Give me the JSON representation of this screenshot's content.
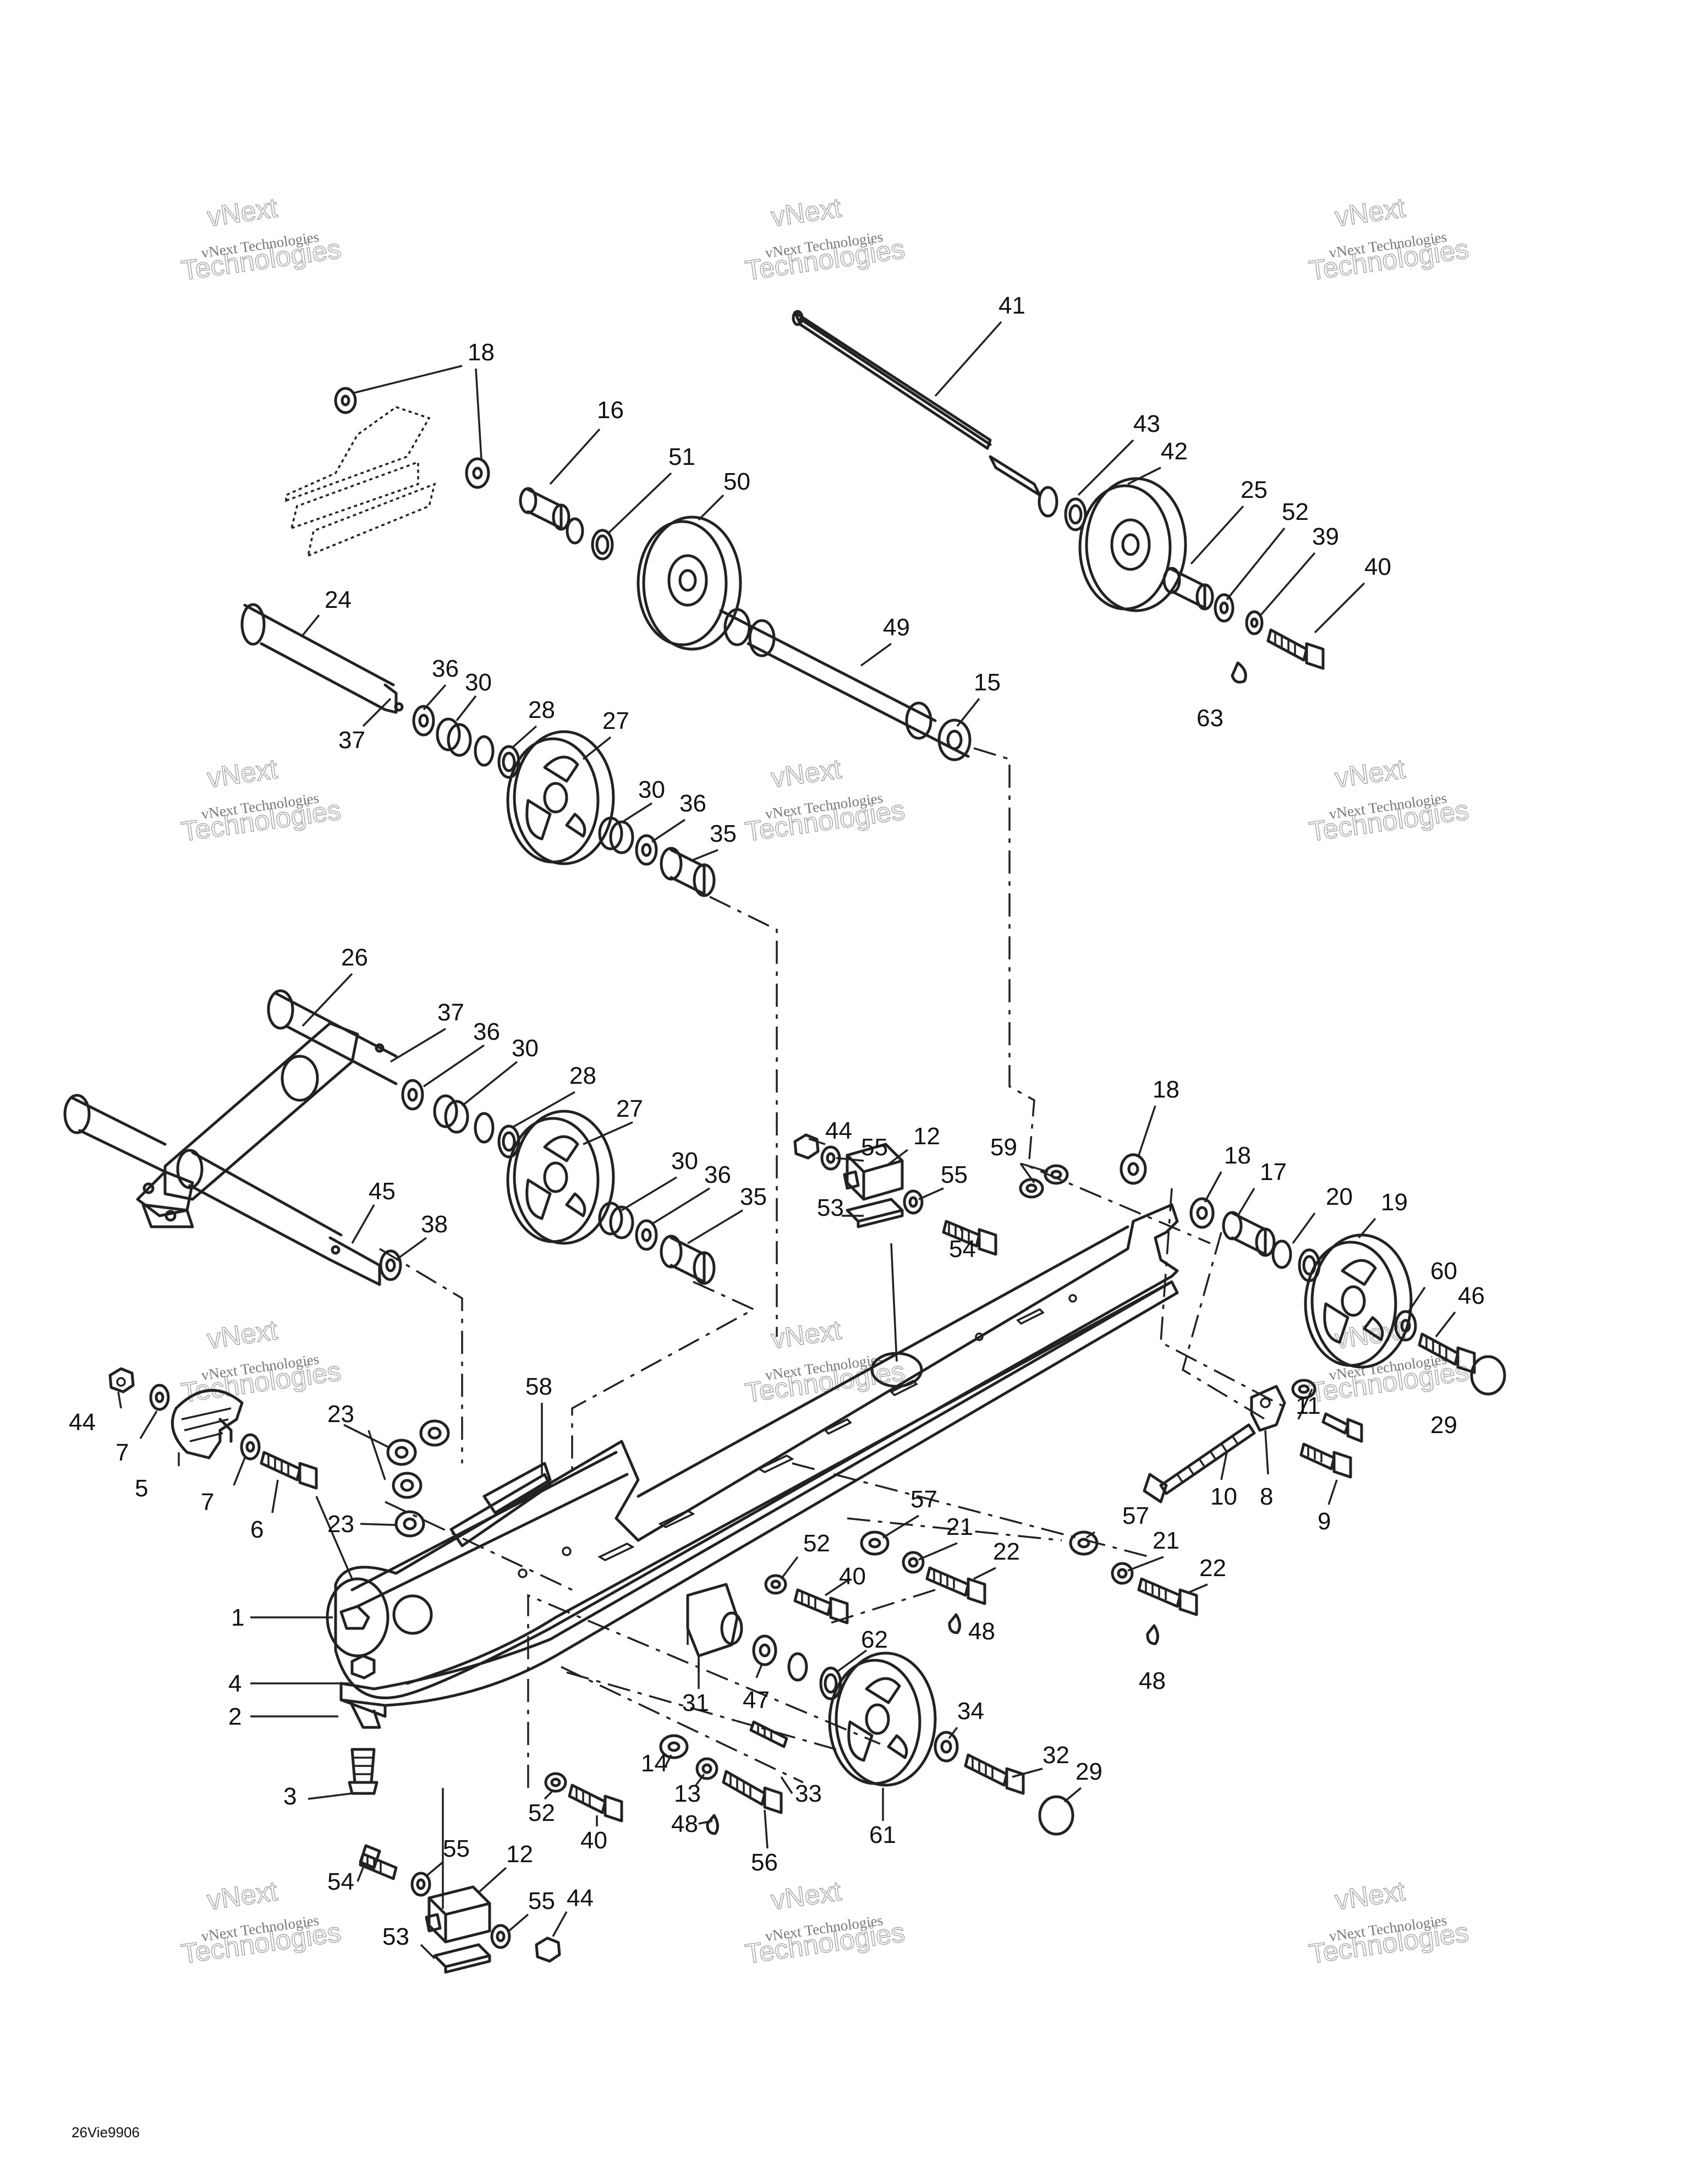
{
  "watermark": {
    "line1": "vNext Technologies",
    "line2": "vNext",
    "line3": "Technologies"
  },
  "drawing_ref": "26Vie9906",
  "callouts": [
    {
      "id": "c18a",
      "text": "18"
    },
    {
      "id": "c16",
      "text": "16"
    },
    {
      "id": "c51",
      "text": "51"
    },
    {
      "id": "c50",
      "text": "50"
    },
    {
      "id": "c41",
      "text": "41"
    },
    {
      "id": "c43",
      "text": "43"
    },
    {
      "id": "c42",
      "text": "42"
    },
    {
      "id": "c25",
      "text": "25"
    },
    {
      "id": "c52a",
      "text": "52"
    },
    {
      "id": "c39",
      "text": "39"
    },
    {
      "id": "c40a",
      "text": "40"
    },
    {
      "id": "c63",
      "text": "63"
    },
    {
      "id": "c24",
      "text": "24"
    },
    {
      "id": "c36a",
      "text": "36"
    },
    {
      "id": "c30a",
      "text": "30"
    },
    {
      "id": "c28a",
      "text": "28"
    },
    {
      "id": "c27a",
      "text": "27"
    },
    {
      "id": "c37a",
      "text": "37"
    },
    {
      "id": "c49",
      "text": "49"
    },
    {
      "id": "c15",
      "text": "15"
    },
    {
      "id": "c30b",
      "text": "30"
    },
    {
      "id": "c36b",
      "text": "36"
    },
    {
      "id": "c35a",
      "text": "35"
    },
    {
      "id": "c26",
      "text": "26"
    },
    {
      "id": "c37b",
      "text": "37"
    },
    {
      "id": "c36c",
      "text": "36"
    },
    {
      "id": "c30c",
      "text": "30"
    },
    {
      "id": "c28b",
      "text": "28"
    },
    {
      "id": "c27b",
      "text": "27"
    },
    {
      "id": "c30d",
      "text": "30"
    },
    {
      "id": "c36d",
      "text": "36"
    },
    {
      "id": "c35b",
      "text": "35"
    },
    {
      "id": "c45",
      "text": "45"
    },
    {
      "id": "c38",
      "text": "38"
    },
    {
      "id": "c44a",
      "text": "44"
    },
    {
      "id": "c55a",
      "text": "55"
    },
    {
      "id": "c12a",
      "text": "12"
    },
    {
      "id": "c55b",
      "text": "55"
    },
    {
      "id": "c53a",
      "text": "53"
    },
    {
      "id": "c54a",
      "text": "54"
    },
    {
      "id": "c59",
      "text": "59"
    },
    {
      "id": "c18b",
      "text": "18"
    },
    {
      "id": "c18c",
      "text": "18"
    },
    {
      "id": "c17",
      "text": "17"
    },
    {
      "id": "c20",
      "text": "20"
    },
    {
      "id": "c19",
      "text": "19"
    },
    {
      "id": "c60",
      "text": "60"
    },
    {
      "id": "c46",
      "text": "46"
    },
    {
      "id": "c29a",
      "text": "29"
    },
    {
      "id": "c11",
      "text": "11"
    },
    {
      "id": "c10",
      "text": "10"
    },
    {
      "id": "c8",
      "text": "8"
    },
    {
      "id": "c9",
      "text": "9"
    },
    {
      "id": "c44b",
      "text": "44"
    },
    {
      "id": "c7a",
      "text": "7"
    },
    {
      "id": "c5",
      "text": "5"
    },
    {
      "id": "c7b",
      "text": "7"
    },
    {
      "id": "c6",
      "text": "6"
    },
    {
      "id": "c23a",
      "text": "23"
    },
    {
      "id": "c23b",
      "text": "23"
    },
    {
      "id": "c58",
      "text": "58"
    },
    {
      "id": "c57a",
      "text": "57"
    },
    {
      "id": "c21a",
      "text": "21"
    },
    {
      "id": "c22a",
      "text": "22"
    },
    {
      "id": "c57b",
      "text": "57"
    },
    {
      "id": "c21b",
      "text": "21"
    },
    {
      "id": "c22b",
      "text": "22"
    },
    {
      "id": "c48a",
      "text": "48"
    },
    {
      "id": "c48b",
      "text": "48"
    },
    {
      "id": "c52b",
      "text": "52"
    },
    {
      "id": "c40b",
      "text": "40"
    },
    {
      "id": "c1",
      "text": "1"
    },
    {
      "id": "c4",
      "text": "4"
    },
    {
      "id": "c2",
      "text": "2"
    },
    {
      "id": "c31",
      "text": "31"
    },
    {
      "id": "c47",
      "text": "47"
    },
    {
      "id": "c62",
      "text": "62"
    },
    {
      "id": "c34",
      "text": "34"
    },
    {
      "id": "c32",
      "text": "32"
    },
    {
      "id": "c29b",
      "text": "29"
    },
    {
      "id": "c3",
      "text": "3"
    },
    {
      "id": "c14",
      "text": "14"
    },
    {
      "id": "c13",
      "text": "13"
    },
    {
      "id": "c33",
      "text": "33"
    },
    {
      "id": "c48c",
      "text": "48"
    },
    {
      "id": "c56",
      "text": "56"
    },
    {
      "id": "c61",
      "text": "61"
    },
    {
      "id": "c52c",
      "text": "52"
    },
    {
      "id": "c40c",
      "text": "40"
    },
    {
      "id": "c55c",
      "text": "55"
    },
    {
      "id": "c12b",
      "text": "12"
    },
    {
      "id": "c54b",
      "text": "54"
    },
    {
      "id": "c55d",
      "text": "55"
    },
    {
      "id": "c44c",
      "text": "44"
    },
    {
      "id": "c53b",
      "text": "53"
    }
  ]
}
